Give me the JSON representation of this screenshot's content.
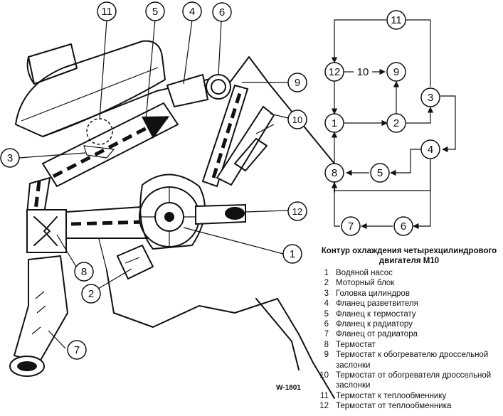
{
  "figure_code": "W-1801",
  "callouts": [
    "11",
    "5",
    "4",
    "6",
    "9",
    "10",
    "3",
    "12",
    "1",
    "2",
    "8",
    "7"
  ],
  "schematic": {
    "nodes": [
      "11",
      "12",
      "10",
      "9",
      "3",
      "1",
      "2",
      "4",
      "8",
      "5",
      "7",
      "6"
    ]
  },
  "legend": {
    "title_line1": "Контур охлаждения четырехцилиндрового",
    "title_line2": "двигателя M10",
    "items": [
      {
        "num": "1",
        "text": "Водяной насос"
      },
      {
        "num": "2",
        "text": "Моторный блок"
      },
      {
        "num": "3",
        "text": "Головка цилиндров"
      },
      {
        "num": "4",
        "text": "Фланец разветвителя"
      },
      {
        "num": "5",
        "text": "Фланец к термостату"
      },
      {
        "num": "6",
        "text": "Фланец к радиатору"
      },
      {
        "num": "7",
        "text": "Фланец от радиатора"
      },
      {
        "num": "8",
        "text": "Термостат"
      },
      {
        "num": "9",
        "text": "Термостат к обогревателю дроссельной заслонки"
      },
      {
        "num": "10",
        "text": "Термостат от обогревателя дроссельной заслонки"
      },
      {
        "num": "11",
        "text": "Термостат к теплообменнику"
      },
      {
        "num": "12",
        "text": "Термостат от теплообменника"
      }
    ]
  }
}
